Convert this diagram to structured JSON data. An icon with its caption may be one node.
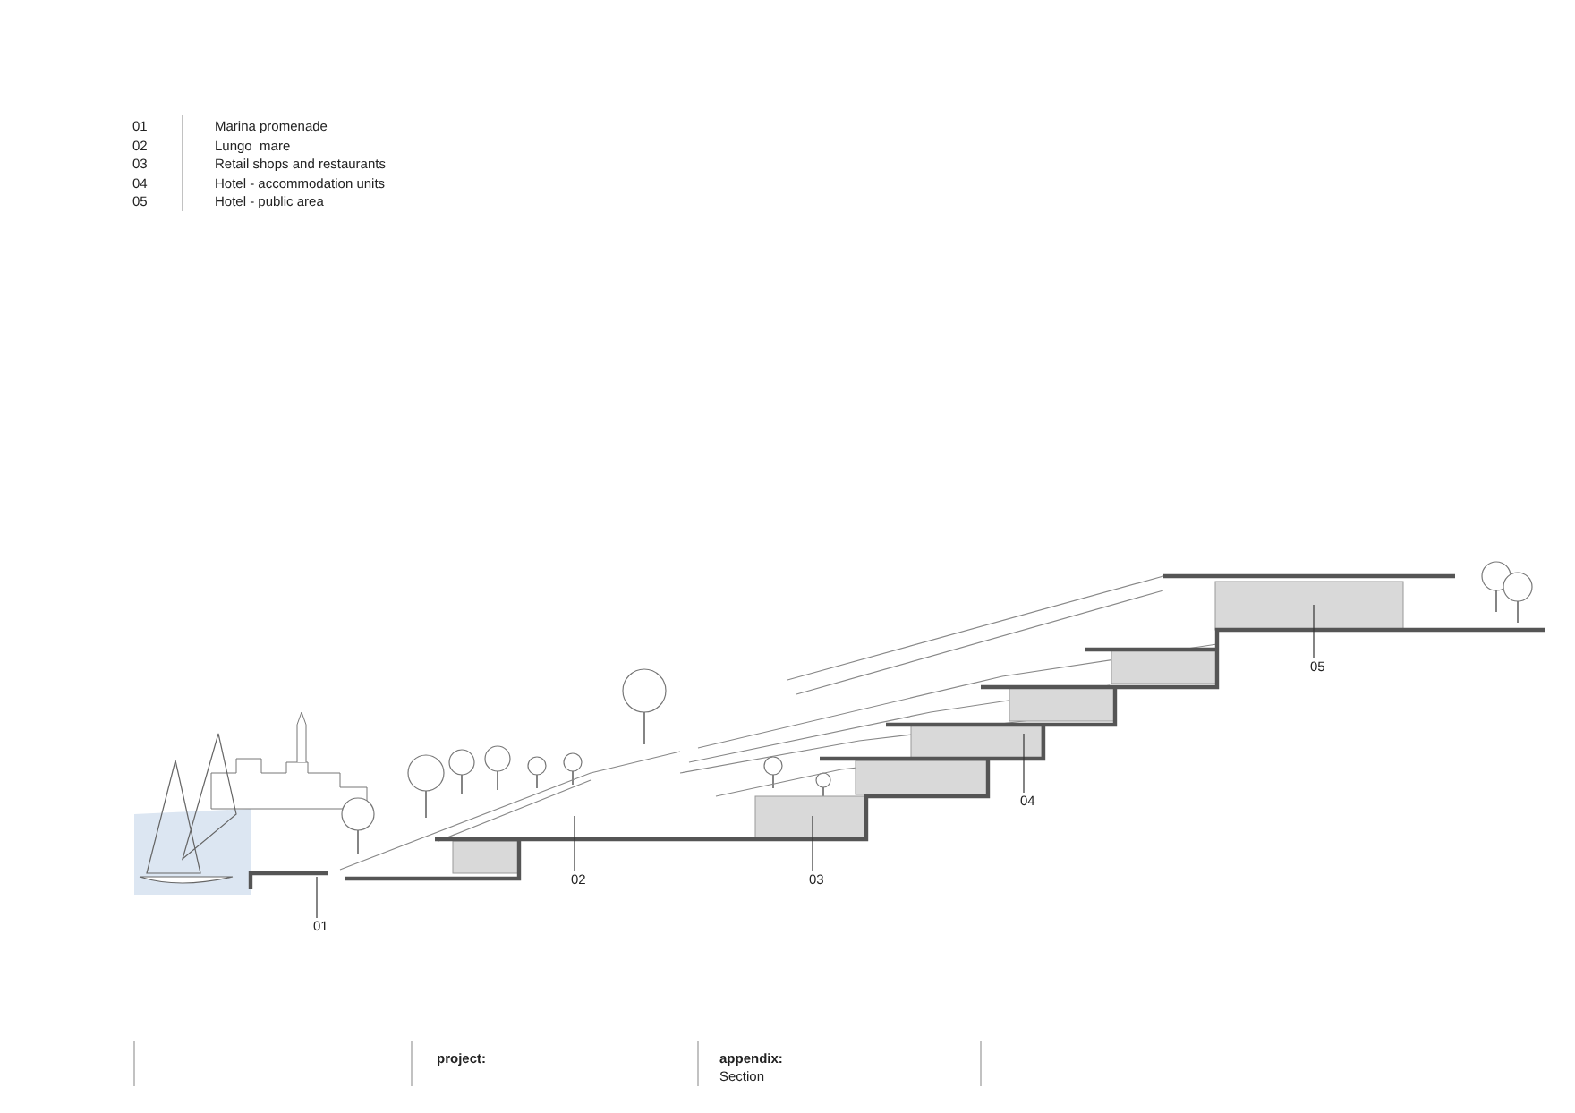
{
  "diagram": {
    "nodes": [
      {
        "text": [
          "01"
        ]
      },
      {
        "text": [
          "02"
        ]
      },
      {
        "text": [
          "03"
        ]
      },
      {
        "text": [
          "04"
        ]
      },
      {
        "text": [
          "05"
        ]
      }
    ],
    "edges": [
      {
        "from": 0,
        "to": null,
        "arrow": "none"
      },
      {
        "from": 1,
        "to": null,
        "arrow": "none"
      },
      {
        "from": 2,
        "to": null,
        "arrow": "none"
      },
      {
        "from": 3,
        "to": null,
        "arrow": "none"
      },
      {
        "from": 4,
        "to": null,
        "arrow": "none"
      }
    ],
    "labels": [
      "01",
      "Marina promenade",
      "02",
      "Lungo  mare",
      "03",
      "Retail shops and restaurants",
      "04",
      "Hotel - accommodation units",
      "05",
      "Hotel - public area",
      "project:",
      "appendix:",
      "Section"
    ]
  }
}
